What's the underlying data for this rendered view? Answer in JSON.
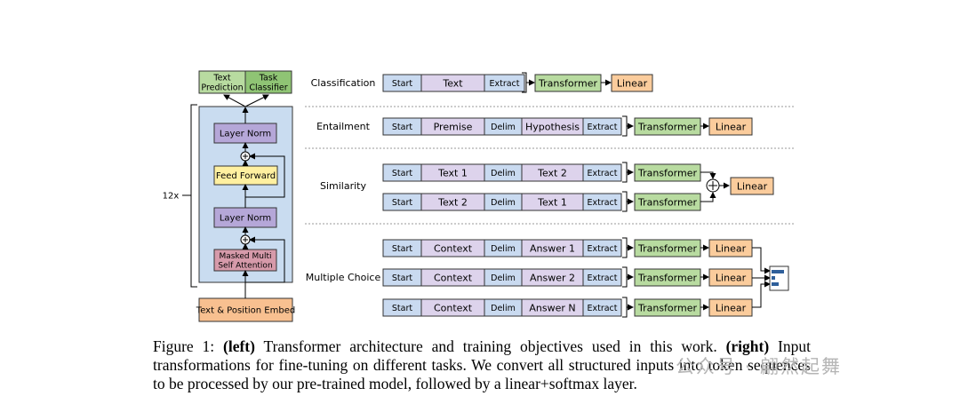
{
  "left": {
    "outputs": [
      "Text\nPrediction",
      "Task\nClassifier"
    ],
    "layers": [
      "Layer Norm",
      "Feed Forward",
      "Layer Norm",
      "Masked Multi\nSelf Attention"
    ],
    "embed": "Text & Position Embed",
    "repeat": "12x"
  },
  "tasks": [
    {
      "name": "Classification",
      "rows": [
        [
          "Start",
          "Text",
          "Extract"
        ]
      ]
    },
    {
      "name": "Entailment",
      "rows": [
        [
          "Start",
          "Premise",
          "Delim",
          "Hypothesis",
          "Extract"
        ]
      ]
    },
    {
      "name": "Similarity",
      "rows": [
        [
          "Start",
          "Text 1",
          "Delim",
          "Text 2",
          "Extract"
        ],
        [
          "Start",
          "Text 2",
          "Delim",
          "Text 1",
          "Extract"
        ]
      ]
    },
    {
      "name": "Multiple Choice",
      "rows": [
        [
          "Start",
          "Context",
          "Delim",
          "Answer 1",
          "Extract"
        ],
        [
          "Start",
          "Context",
          "Delim",
          "Answer 2",
          "Extract"
        ],
        [
          "Start",
          "Context",
          "Delim",
          "Answer N",
          "Extract"
        ]
      ]
    }
  ],
  "labels": {
    "transformer": "Transformer",
    "linear": "Linear"
  },
  "colors": {
    "token": "#c9daf0",
    "middle": "#ddd3ec",
    "transformer": "#b8dba0",
    "linear": "#fbcc9c",
    "layer": "#b5a7d8",
    "ff": "#fff0a0",
    "attn": "#d69aaa",
    "embed": "#f8c090",
    "stack": "#c9dcf0"
  },
  "caption": {
    "prefix": "Figure 1: ",
    "left_tag": "(left)",
    "left_text": " Transformer architecture and training objectives used in this work. ",
    "right_tag": "(right)",
    "right_text": " Input transformations for fine-tuning on different tasks. We convert all structured inputs into token sequences to be processed by our pre-trained model, followed by a linear+softmax layer."
  },
  "watermark": "公众号 · 翩然起舞"
}
